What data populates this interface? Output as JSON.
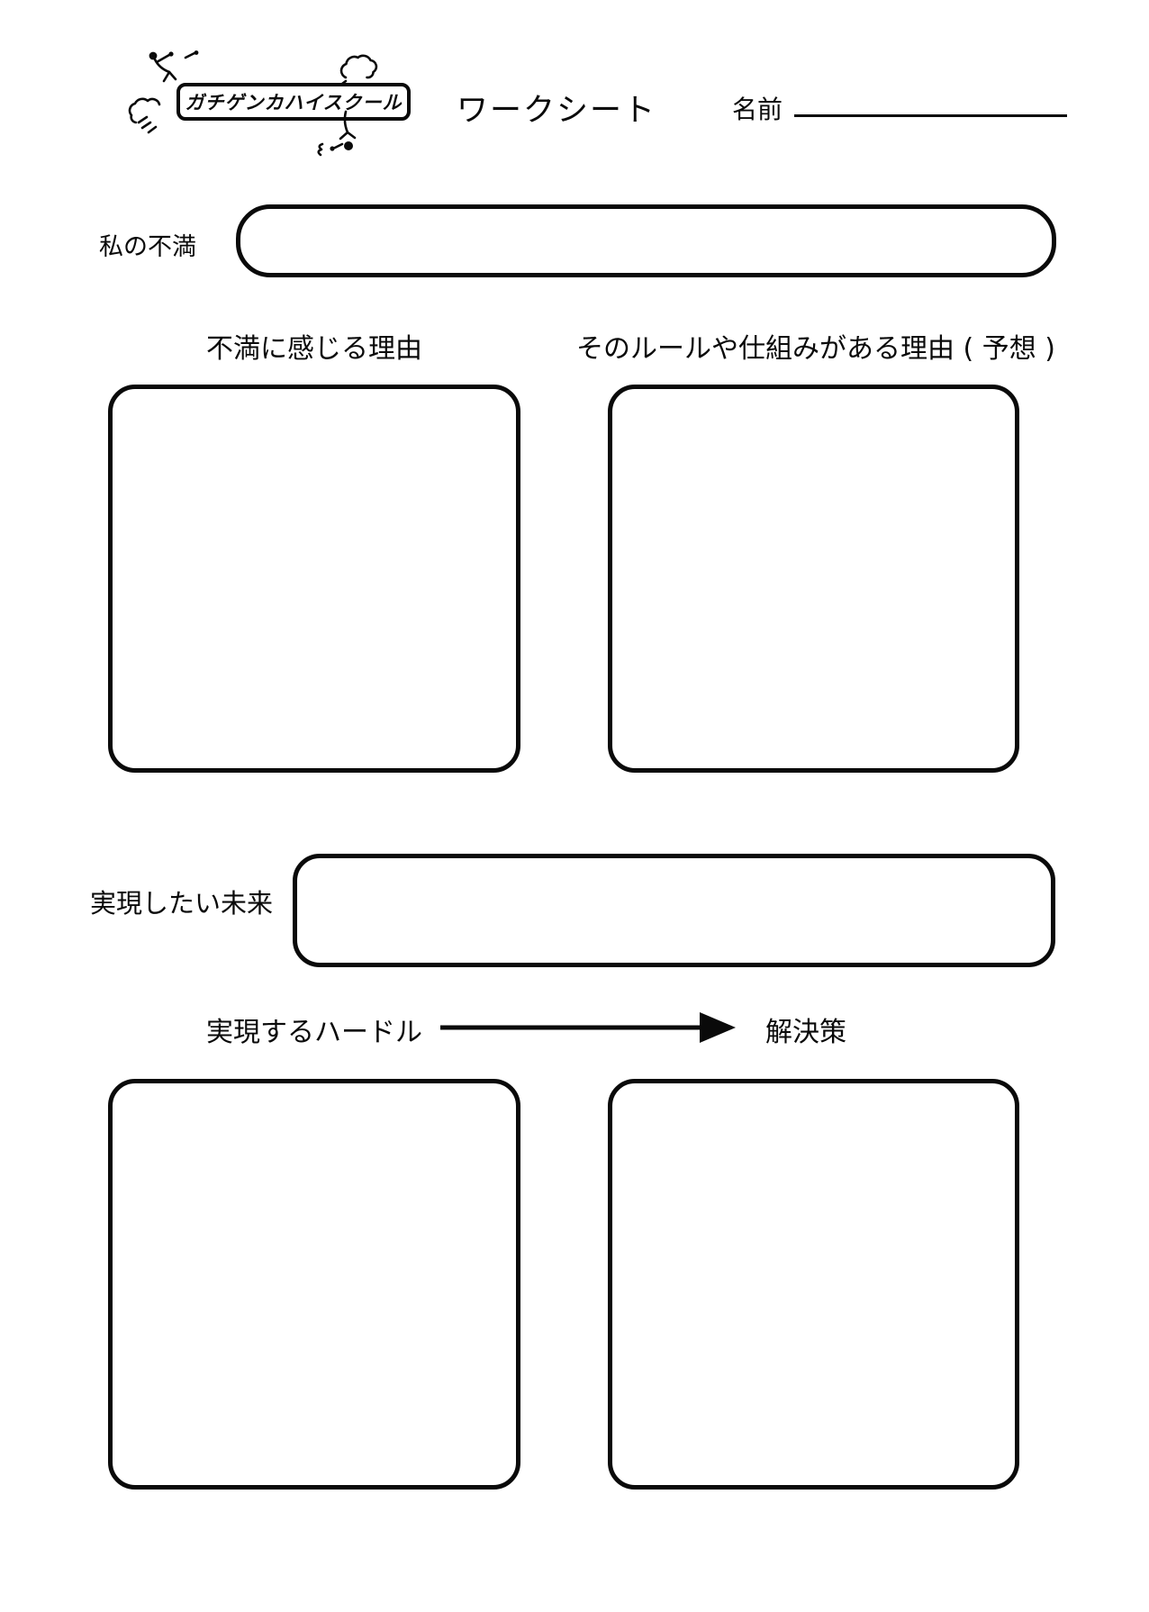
{
  "colors": {
    "ink": "#0a0a0a",
    "paper": "#ffffff"
  },
  "header": {
    "logo_text": "ガチゲンカハイスクール",
    "title": "ワークシート",
    "name_label": "名前"
  },
  "icons": {
    "logo_doodles": [
      "stick-figure-top-left-icon",
      "smoke-cloud-top-right-icon",
      "smoke-cloud-bottom-left-icon",
      "stick-figure-bottom-right-icon"
    ],
    "flow_arrow": "right-arrow-icon"
  },
  "sections": {
    "complaint": {
      "label": "私の不満"
    },
    "reasons": {
      "left_heading": "不満に感じる理由",
      "right_heading": "そのルールや仕組みがある理由 ( 予想 )"
    },
    "future": {
      "label": "実現したい未来"
    },
    "resolution": {
      "left_heading": "実現するハードル",
      "right_heading": "解決策"
    }
  }
}
